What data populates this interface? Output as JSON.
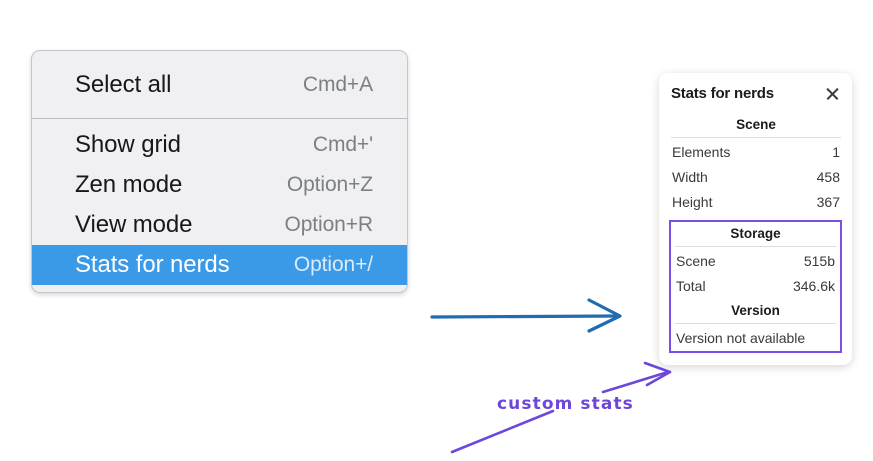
{
  "context_menu": {
    "groups": [
      {
        "items": [
          {
            "label": "Select all",
            "shortcut": "Cmd+A",
            "selected": false
          }
        ]
      },
      {
        "items": [
          {
            "label": "Show grid",
            "shortcut": "Cmd+'",
            "selected": false
          },
          {
            "label": "Zen mode",
            "shortcut": "Option+Z",
            "selected": false
          },
          {
            "label": "View mode",
            "shortcut": "Option+R",
            "selected": false
          },
          {
            "label": "Stats for nerds",
            "shortcut": "Option+/",
            "selected": true
          }
        ]
      }
    ],
    "highlight_color": "#3b9ae8"
  },
  "stats_panel": {
    "title": "Stats for nerds",
    "close_icon": "close-icon",
    "scene": {
      "heading": "Scene",
      "rows": [
        {
          "label": "Elements",
          "value": "1"
        },
        {
          "label": "Width",
          "value": "458"
        },
        {
          "label": "Height",
          "value": "367"
        }
      ]
    },
    "storage": {
      "heading": "Storage",
      "rows": [
        {
          "label": "Scene",
          "value": "515b"
        },
        {
          "label": "Total",
          "value": "346.6k"
        }
      ]
    },
    "version": {
      "heading": "Version",
      "text": "Version not available"
    },
    "highlight_border_color": "#7c4fe0"
  },
  "annotations": {
    "custom_stats_label": "custom stats",
    "blue_arrow_color": "#1f6cb0",
    "purple_arrow_color": "#6d47d9"
  }
}
